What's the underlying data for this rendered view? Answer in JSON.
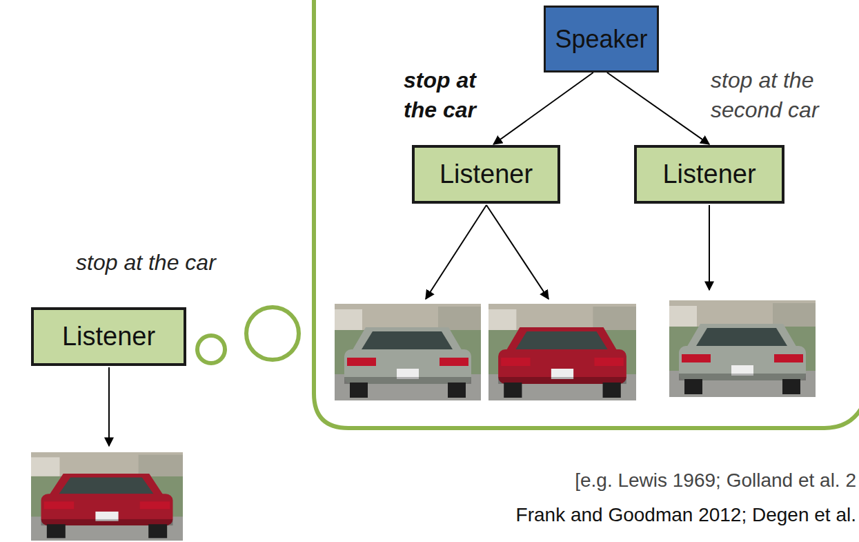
{
  "diagram": {
    "nodes": [
      {
        "text": [
          "Speaker"
        ]
      },
      {
        "text": [
          "Listener"
        ]
      },
      {
        "text": [
          "Listener"
        ]
      },
      {
        "text": [
          "Listener"
        ]
      }
    ],
    "edges": [
      {
        "from": 0,
        "to": 1,
        "arrow": "to",
        "label": "stop at the car"
      },
      {
        "from": 0,
        "to": 2,
        "arrow": "to",
        "label": "stop at the second car"
      }
    ],
    "labels": [
      "stop at the car",
      "[e.g. Lewis 1969; Golland et al. 2",
      "Frank and Goodman 2012; Degen et al."
    ]
  }
}
